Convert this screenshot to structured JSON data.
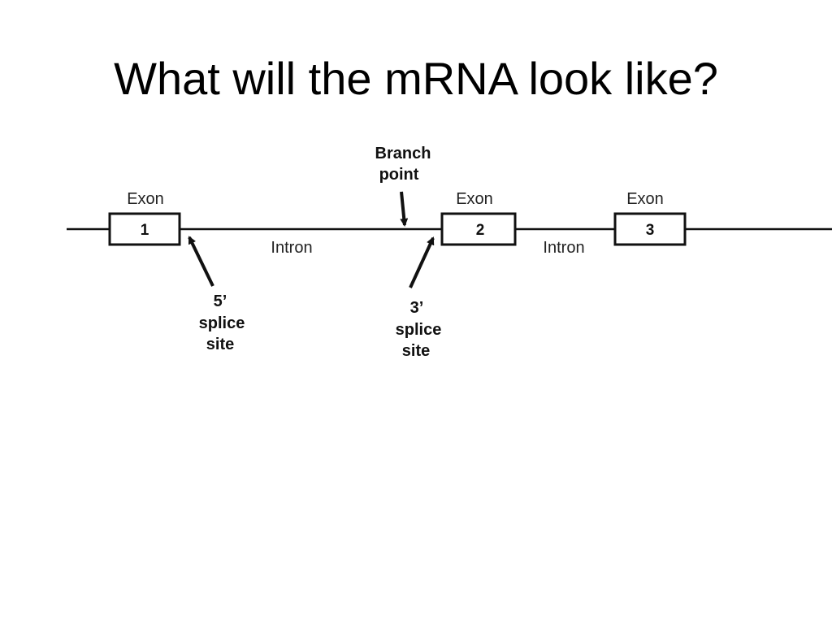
{
  "slide": {
    "title": "What will the mRNA look like?"
  },
  "diagram": {
    "exons": [
      {
        "label": "Exon",
        "number": "1"
      },
      {
        "label": "Exon",
        "number": "2"
      },
      {
        "label": "Exon",
        "number": "3"
      }
    ],
    "introns": [
      {
        "label": "Intron"
      },
      {
        "label": "Intron"
      }
    ],
    "branch_point": {
      "line1": "Branch",
      "line2": "point"
    },
    "five_prime_site": {
      "line1": "5’",
      "line2": "splice",
      "line3": "site"
    },
    "three_prime_site": {
      "line1": "3’",
      "line2": "splice",
      "line3": "site"
    }
  }
}
